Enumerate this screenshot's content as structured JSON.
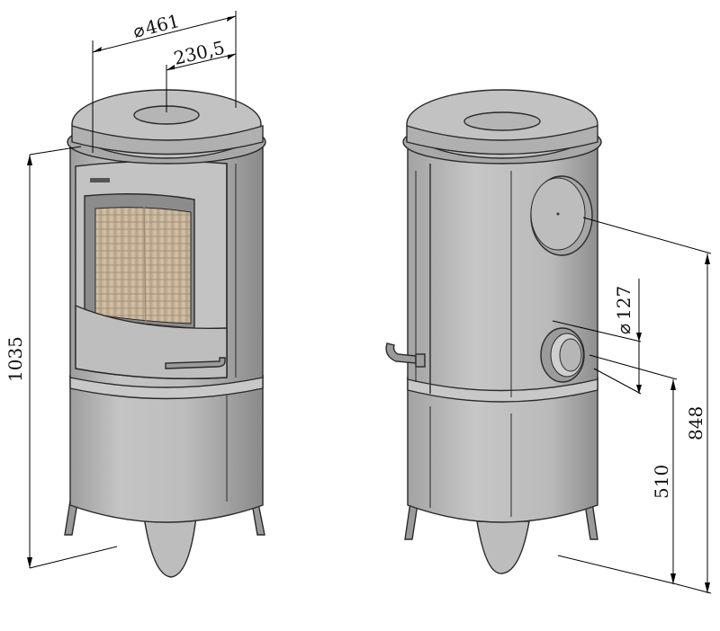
{
  "dimensions": {
    "top_diameter": "461",
    "top_radius": "230,5",
    "height_total": "1035",
    "outlet_diameter": "127",
    "outlet_low_height": "510",
    "outlet_high_height": "848"
  },
  "colors": {
    "body": "#b9b9b9",
    "body_dark": "#8f8f8f",
    "body_light": "#d2d2d2",
    "firebrick": "#c9b49a",
    "line": "#000000"
  },
  "symbols": {
    "diameter": "⌀"
  }
}
